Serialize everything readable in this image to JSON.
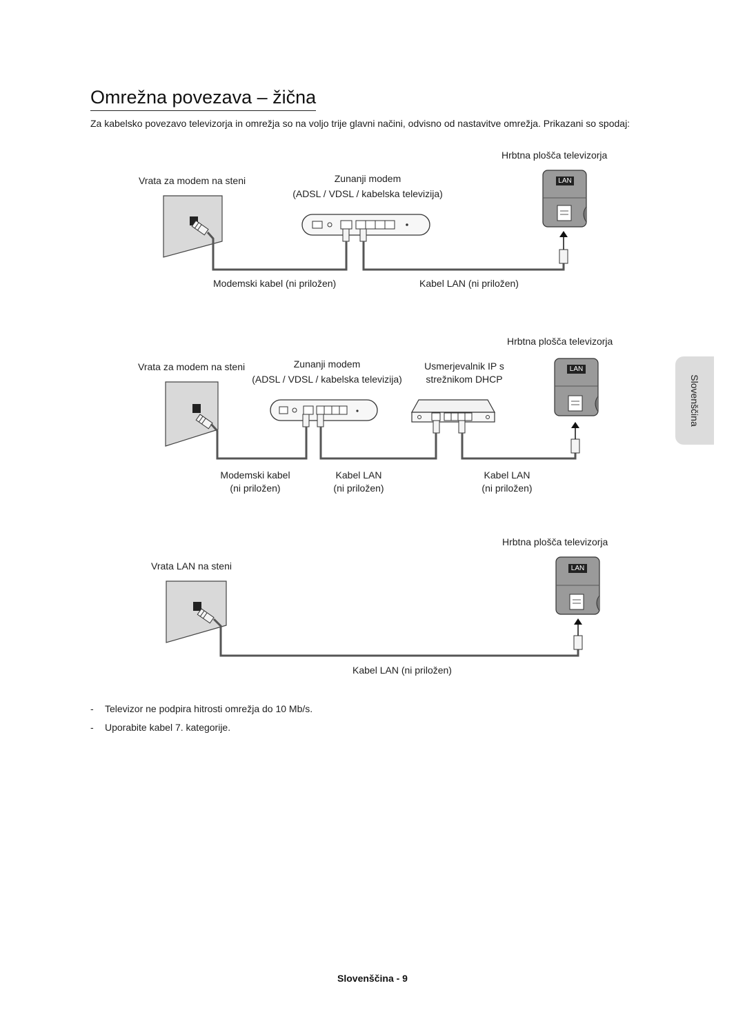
{
  "page": {
    "title": "Omrežna povezava – žična",
    "intro": "Za kabelsko povezavo televizorja in omrežja so na voljo trije glavni načini, odvisno od nastavitve omrežja. Prikazani so spodaj:",
    "side_tab": "Slovenščina",
    "footer": "Slovenščina - 9"
  },
  "diagram1": {
    "tv_back": "Hrbtna plošča televizorja",
    "wall_port": "Vrata za modem na steni",
    "modem_line1": "Zunanji modem",
    "modem_line2": "(ADSL / VDSL / kabelska televizija)",
    "modem_cable": "Modemski kabel (ni priložen)",
    "lan_cable": "Kabel LAN (ni priložen)",
    "lan_port": "LAN"
  },
  "diagram2": {
    "tv_back": "Hrbtna plošča televizorja",
    "wall_port": "Vrata za modem na steni",
    "modem_line1": "Zunanji modem",
    "modem_line2": "(ADSL / VDSL / kabelska televizija)",
    "router_line1": "Usmerjevalnik IP s",
    "router_line2": "strežnikom DHCP",
    "modem_cable_line1": "Modemski kabel",
    "modem_cable_line2": "(ni priložen)",
    "lan_cable1_line1": "Kabel LAN",
    "lan_cable1_line2": "(ni priložen)",
    "lan_cable2_line1": "Kabel LAN",
    "lan_cable2_line2": "(ni priložen)",
    "lan_port": "LAN"
  },
  "diagram3": {
    "tv_back": "Hrbtna plošča televizorja",
    "wall_port": "Vrata LAN na steni",
    "lan_cable": "Kabel LAN (ni priložen)",
    "lan_port": "LAN"
  },
  "notes": [
    "Televizor ne podpira hitrosti omrežja do 10 Mb/s.",
    "Uporabite kabel 7. kategorije."
  ],
  "colors": {
    "cable": "#555555",
    "wall_plate": "#d9d9d9",
    "tv_panel": "#9a9a9a",
    "side_tab": "#dcdcdc"
  }
}
